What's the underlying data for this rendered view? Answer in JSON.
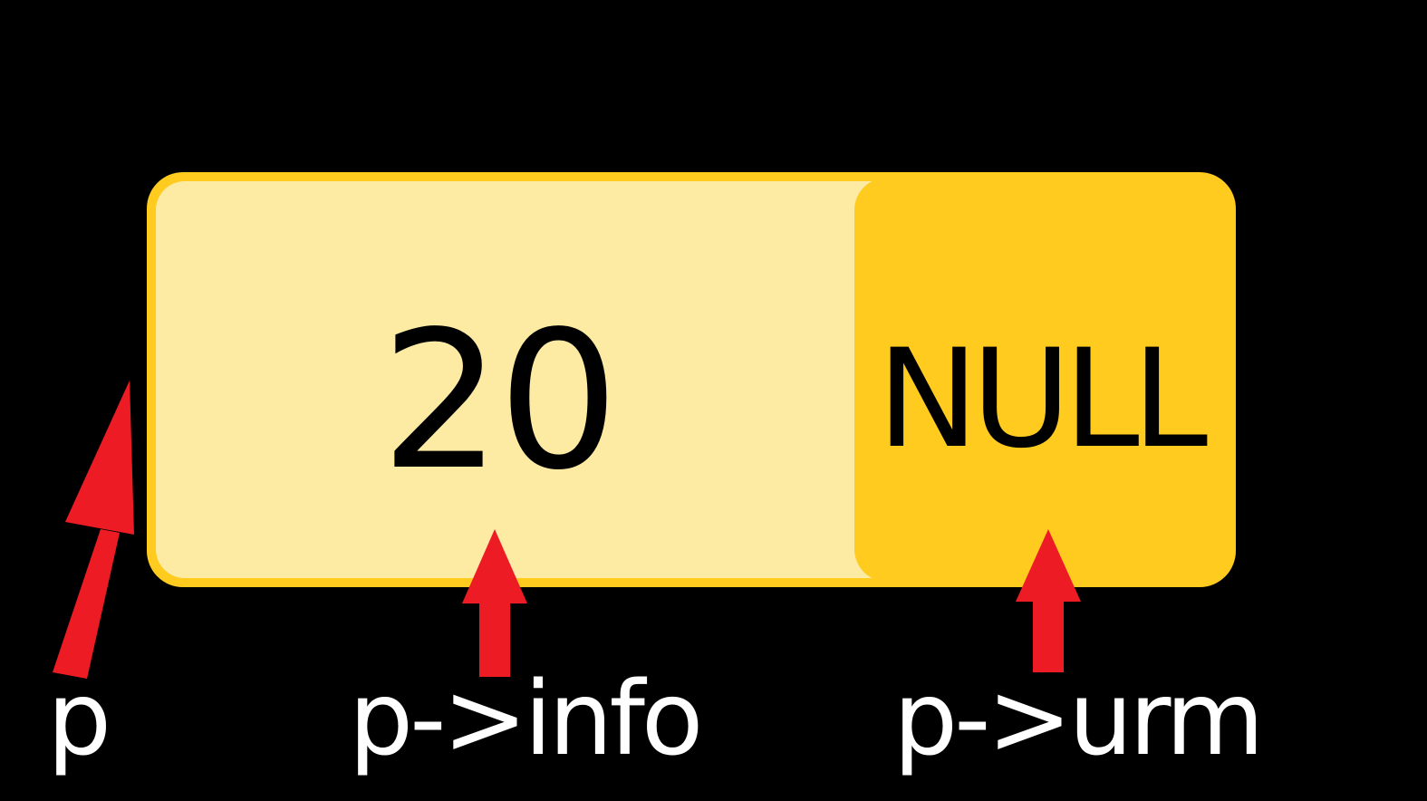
{
  "node": {
    "info_value": "20",
    "next_value": "NULL"
  },
  "labels": {
    "pointer": "p",
    "info_field": "p->info",
    "next_field": "p->urm"
  },
  "colors": {
    "background": "#000000",
    "info_cell_fill": "#fdeaa3",
    "next_cell_fill": "#fecb1e",
    "node_border": "#fecb1e",
    "arrow": "#ed1c24",
    "label_text": "#ffffff",
    "cell_text": "#000000"
  }
}
